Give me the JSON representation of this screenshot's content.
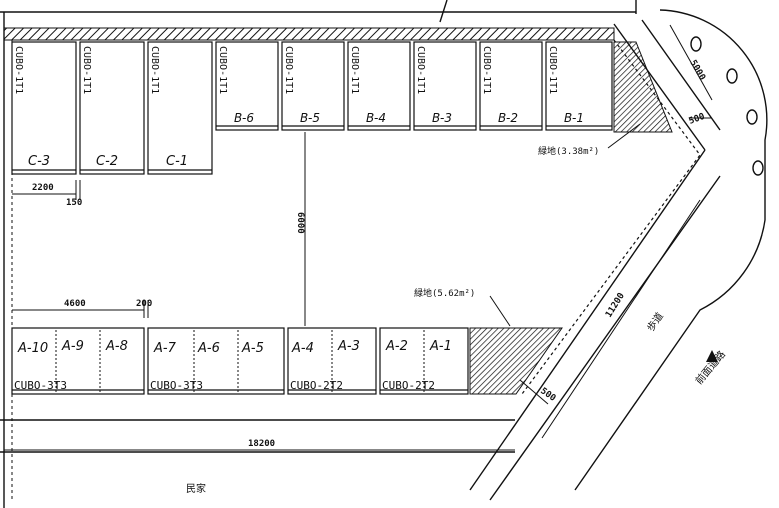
{
  "parking_top": {
    "c_bays": [
      {
        "code": "C-3",
        "unit": "CUBO-1T1"
      },
      {
        "code": "C-2",
        "unit": "CUBO-1T1"
      },
      {
        "code": "C-1",
        "unit": "CUBO-1T1"
      }
    ],
    "b_bays": [
      {
        "code": "B-6",
        "unit": "CUBO-1T1"
      },
      {
        "code": "B-5",
        "unit": "CUBO-1T1"
      },
      {
        "code": "B-4",
        "unit": "CUBO-1T1"
      },
      {
        "code": "B-3",
        "unit": "CUBO-1T1"
      },
      {
        "code": "B-2",
        "unit": "CUBO-1T1"
      },
      {
        "code": "B-1",
        "unit": "CUBO-1T1"
      }
    ]
  },
  "parking_bottom": {
    "a_bays": [
      "A-10",
      "A-9",
      "A-8",
      "A-7",
      "A-6",
      "A-5",
      "A-4",
      "A-3",
      "A-2",
      "A-1"
    ],
    "group_units": [
      "CUBO-3T3",
      "CUBO-3T3",
      "CUBO-2T2",
      "CUBO-2T2"
    ]
  },
  "dimensions": {
    "bay_width": "2200",
    "gap": "150",
    "aisle": "6000",
    "group_width": "4600",
    "group_gap": "200",
    "total_length": "18200",
    "corner_offset": "5000",
    "road_length": "11200",
    "setback_top": "500",
    "setback_bottom": "500"
  },
  "labels": {
    "green_top": "緑地(3.38m²)",
    "green_bottom": "緑地(5.62m²)",
    "sidewalk": "歩道",
    "private_house": "民家",
    "front_road": "前面道路"
  }
}
